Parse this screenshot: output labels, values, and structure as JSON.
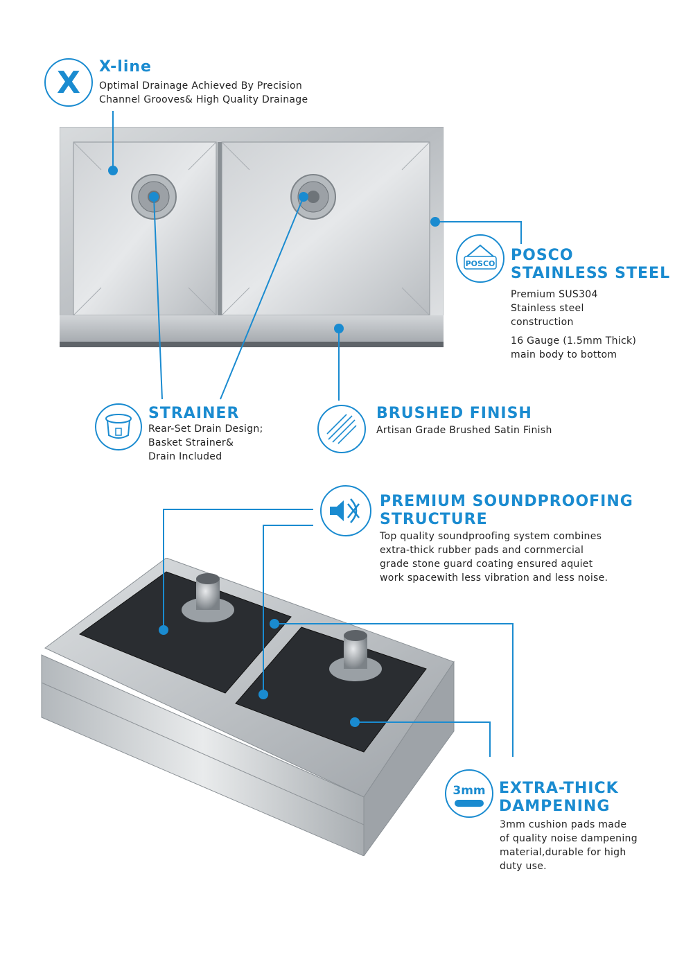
{
  "xline": {
    "title": "X-line",
    "desc_1": "Optimal Drainage Achieved By Precision",
    "desc_2": "Channel Grooves& High Quality Drainage"
  },
  "posco": {
    "logo_text": "POSCO",
    "title_1": "POSCO",
    "title_2": "STAINLESS STEEL",
    "desc_1": "Premium SUS304",
    "desc_2": "Stainless steel",
    "desc_3": "construction",
    "desc_4": "16 Gauge (1.5mm Thick)",
    "desc_5": "main body to bottom"
  },
  "strainer": {
    "title": "STRAINER",
    "desc_1": "Rear-Set Drain Design;",
    "desc_2": "Basket Strainer&",
    "desc_3": "Drain Included"
  },
  "brushed": {
    "title": "BRUSHED FINISH",
    "desc_1": "Artisan Grade Brushed Satin Finish"
  },
  "soundproof": {
    "title_1": "PREMIUM SOUNDPROOFING",
    "title_2": "STRUCTURE",
    "desc_1": "Top quality soundproofing system combines",
    "desc_2": "extra-thick rubber pads and cornmercial",
    "desc_3": "grade stone guard coating ensured aquiet",
    "desc_4": "work spacewith less vibration and less noise."
  },
  "dampening": {
    "icon_text": "3mm",
    "title_1": "EXTRA-THICK",
    "title_2": "DAMPENING",
    "desc_1": "3mm cushion pads made",
    "desc_2": "of quality noise dampening",
    "desc_3": "material,durable for high",
    "desc_4": "duty use."
  },
  "colors": {
    "accent": "#1a8bd0",
    "steel": "#c9cdd0",
    "pad": "#2a2d31"
  }
}
